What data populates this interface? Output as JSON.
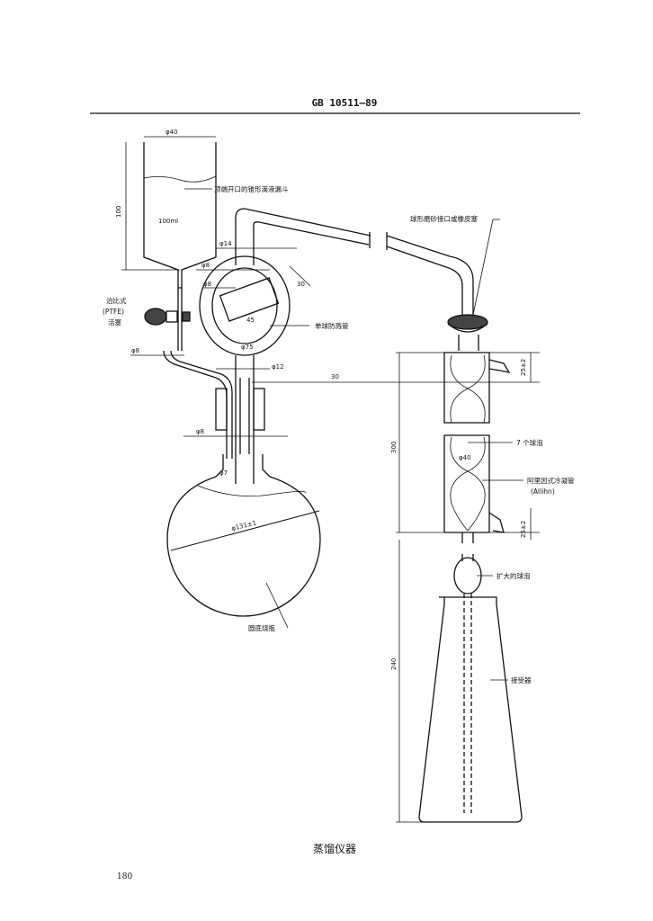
{
  "header": {
    "standard_code": "GB 10511—89"
  },
  "figure": {
    "caption": "蒸馏仪器",
    "page_number": "180"
  },
  "labels": {
    "funnel_top": "顶端开口的锥形滴液漏斗",
    "funnel_volume": "100ml",
    "stopcock_line1": "泊比式",
    "stopcock_line2": "(PTFE)",
    "stopcock_line3": "活塞",
    "ball_joint": "球形磨砂接口或橡皮塞",
    "splash_bulb": "单球防溅管",
    "bulbs_count": "7 个球泡",
    "condenser_line1": "阿里因式冷凝管",
    "condenser_line2": "(Allihn)",
    "enlarged_bulb": "扩大的球泡",
    "receiver": "接受器",
    "flask": "圆底烧瓶"
  },
  "dimensions": {
    "funnel_diameter": "φ40",
    "funnel_height": "100",
    "tube_d14": "φ14",
    "tube_d8_a": "φ8",
    "tube_d8_b": "φ8",
    "tube_d8_c": "φ8",
    "tube_d8_d": "φ8",
    "angle_30": "30",
    "angle_45": "45",
    "bulb_d75": "φ75",
    "tube_d12": "φ12",
    "height_30": "30",
    "neck_d7": "φ7",
    "flask_diameter": "φ131±1",
    "joint_top": "25±2",
    "condenser_length": "300",
    "condenser_d40": "φ40",
    "joint_bottom": "25±2",
    "receiver_height": "240"
  }
}
